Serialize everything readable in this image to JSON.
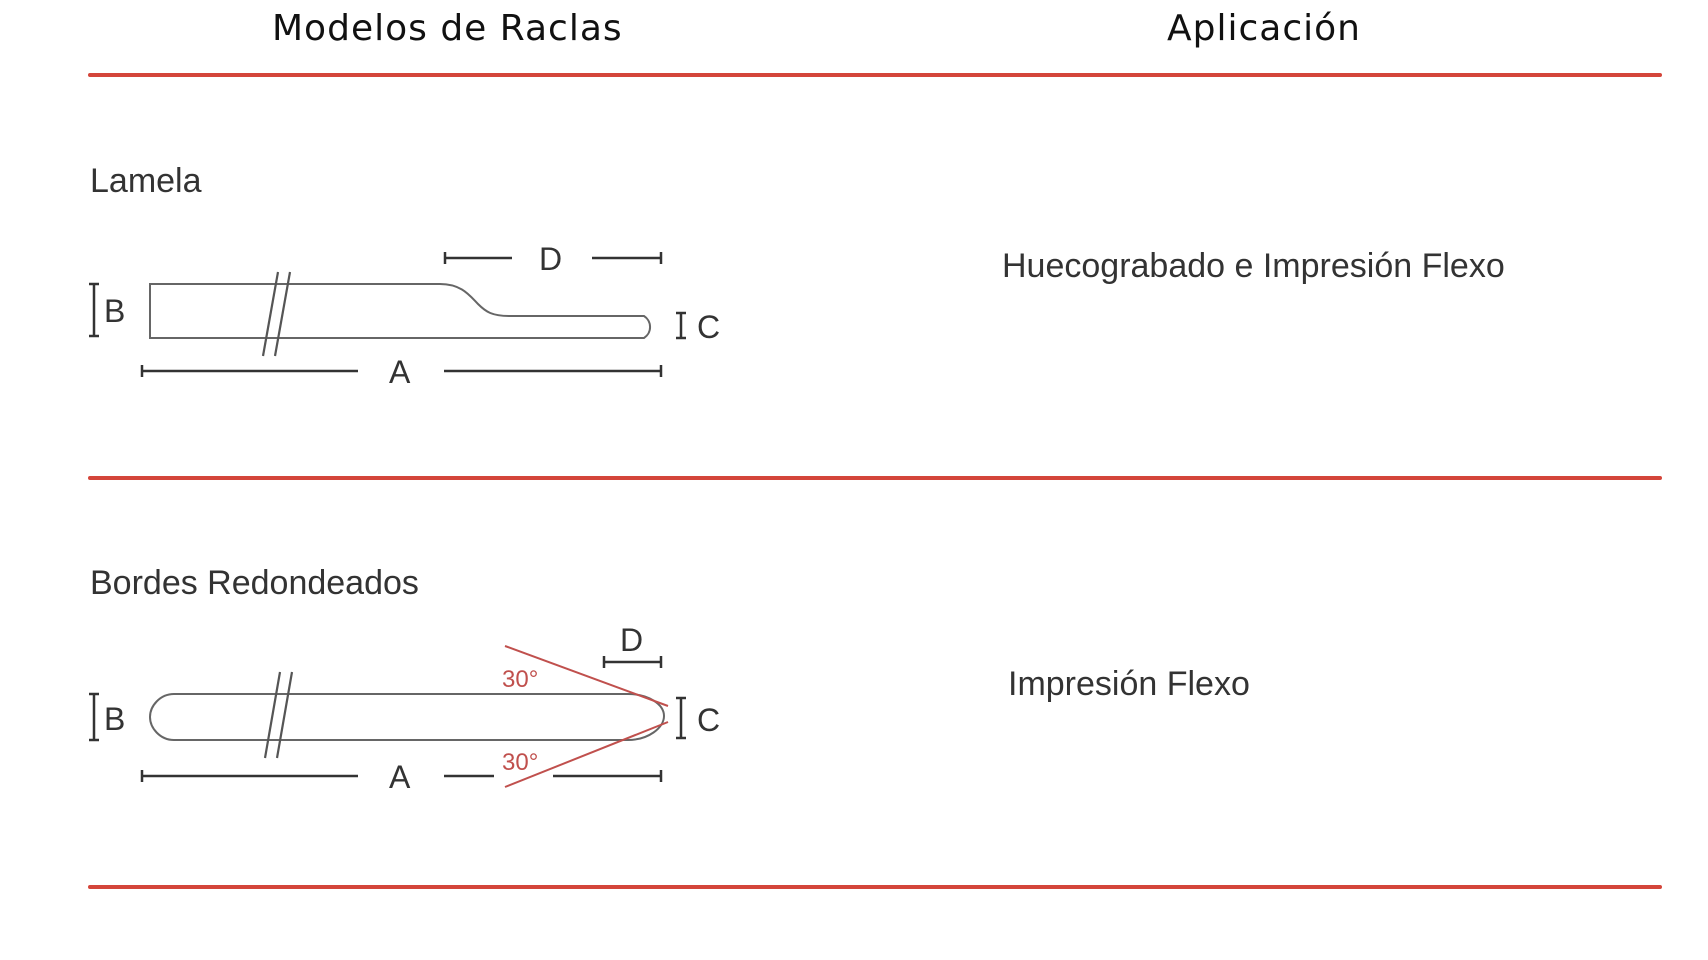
{
  "headers": {
    "models": "Modelos de Raclas",
    "application": "Aplicación"
  },
  "rows": [
    {
      "model": "Lamela",
      "application": "Huecograbado e Impresión Flexo",
      "labels": {
        "a": "A",
        "b": "B",
        "c": "C",
        "d": "D"
      }
    },
    {
      "model": "Bordes Redondeados",
      "application": "Impresión Flexo",
      "labels": {
        "a": "A",
        "b": "B",
        "c": "C",
        "d": "D",
        "angle_top": "30°",
        "angle_bottom": "30°"
      }
    }
  ],
  "colors": {
    "rule": "#d4453a",
    "angle": "#c0504d",
    "outline": "#666666"
  }
}
